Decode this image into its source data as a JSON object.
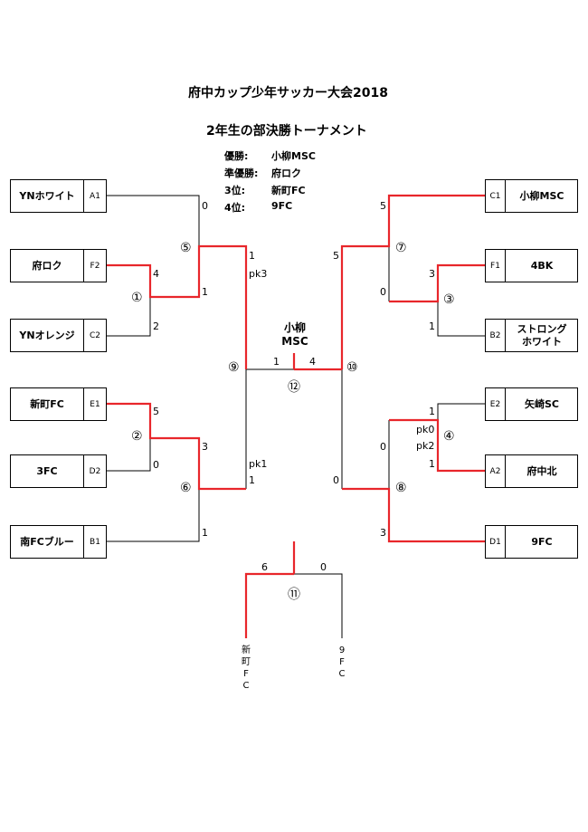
{
  "header": {
    "title": "府中カップ少年サッカー大会2018",
    "subtitle": "2年生の部決勝トーナメント"
  },
  "standings": [
    {
      "label": "優勝:",
      "team": "小柳MSC"
    },
    {
      "label": "準優勝:",
      "team": "府ロク"
    },
    {
      "label": "3位:",
      "team": "新町FC"
    },
    {
      "label": "4位:",
      "team": "9FC"
    }
  ],
  "teams_left": [
    {
      "name": "YNホワイト",
      "code": "A1"
    },
    {
      "name": "府ロク",
      "code": "F2"
    },
    {
      "name": "YNオレンジ",
      "code": "C2"
    },
    {
      "name": "新町FC",
      "code": "E1"
    },
    {
      "name": "3FC",
      "code": "D2"
    },
    {
      "name": "南FCブルー",
      "code": "B1"
    }
  ],
  "teams_right": [
    {
      "name": "小柳MSC",
      "code": "C1"
    },
    {
      "name": "4BK",
      "code": "F1"
    },
    {
      "name": "ストロング\nホワイト",
      "code": "B2"
    },
    {
      "name": "矢崎SC",
      "code": "E2"
    },
    {
      "name": "府中北",
      "code": "A2"
    },
    {
      "name": "9FC",
      "code": "D1"
    }
  ],
  "match_numbers": {
    "m1": "①",
    "m2": "②",
    "m3": "③",
    "m4": "④",
    "m5": "⑤",
    "m6": "⑥",
    "m7": "⑦",
    "m8": "⑧",
    "m9": "⑨",
    "m10": "⑩",
    "m11": "⑪",
    "m12": "⑫"
  },
  "scores": {
    "m5_top": "0",
    "m1_top": "4",
    "m1_bottom": "2",
    "m5_bottom": "1",
    "m2_top": "5",
    "m2_bottom": "0",
    "m6_top": "3",
    "m6_bottom": "1",
    "m9_top": "1",
    "m9_top_pk": "pk3",
    "m9_bottom_pk": "pk1",
    "m9_bottom": "1",
    "m7_top": "5",
    "m3_top": "3",
    "m7_bottom": "0",
    "m3_bottom": "1",
    "m4_top": "1",
    "m4_top_pk": "pk0",
    "m4_bottom_pk": "pk2",
    "m4_bottom": "1",
    "m8_top": "0",
    "m8_bottom": "3",
    "m10_top": "5",
    "m10_bottom": "0",
    "final_left": "1",
    "final_right": "4",
    "third_left": "6",
    "third_right": "0"
  },
  "final_winner": "小柳\nMSC",
  "third_place": {
    "left_team": "新\n町\nF\nC",
    "right_team": "9\nF\nC"
  },
  "colors": {
    "win_line": "#e8262b",
    "line": "#000000"
  }
}
